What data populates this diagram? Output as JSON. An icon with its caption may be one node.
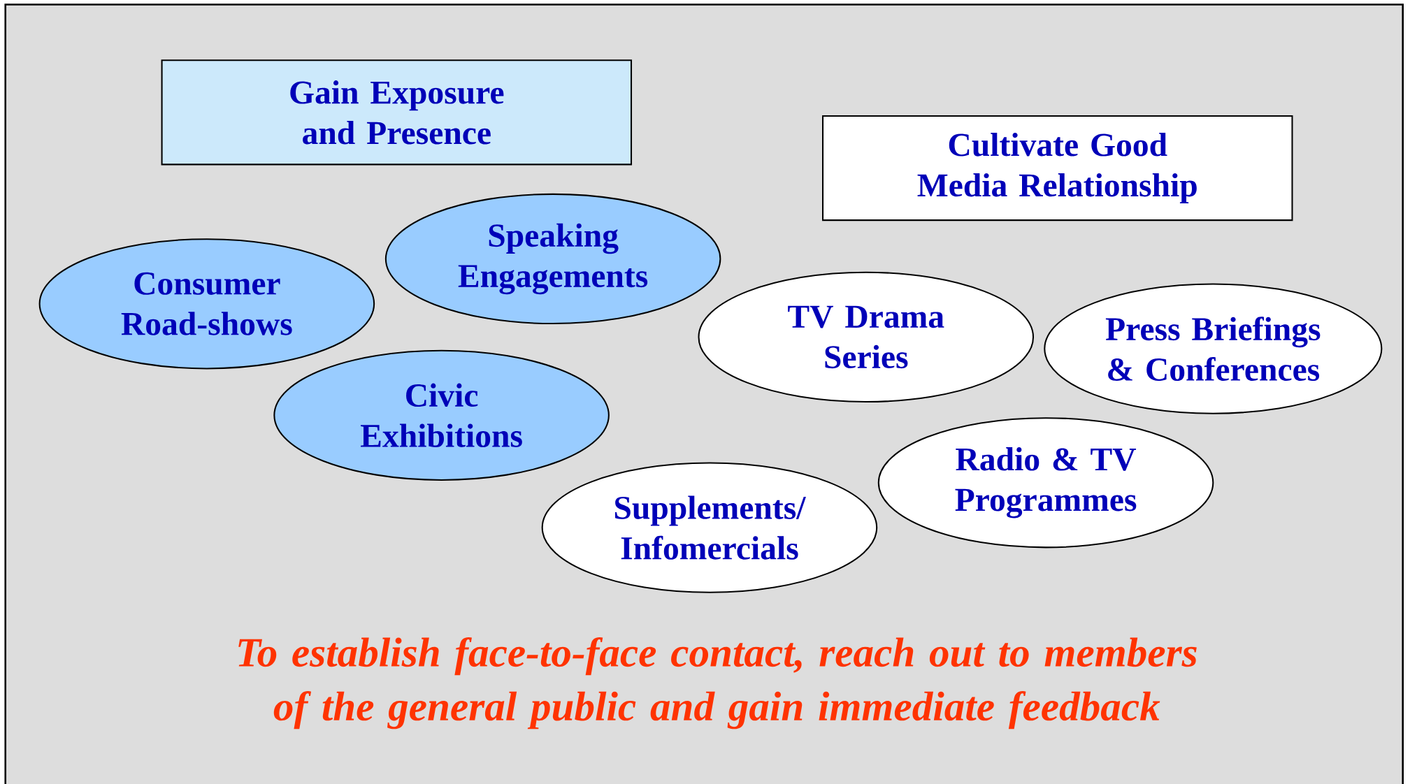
{
  "diagram": {
    "caption": "To establish face-to-face contact, reach out to members of the general public and gain immediate feedback",
    "nodes": [
      {
        "text": [
          "Gain Exposure and Presence"
        ]
      },
      {
        "text": [
          "Cultivate Good Media Relationship"
        ]
      },
      {
        "text": [
          "Speaking Engagements"
        ]
      },
      {
        "text": [
          "Consumer Road-shows"
        ]
      },
      {
        "text": [
          "TV Drama Series"
        ]
      },
      {
        "text": [
          "Press Briefings & Conferences"
        ]
      },
      {
        "text": [
          "Civic Exhibitions"
        ]
      },
      {
        "text": [
          "Radio & TV Programmes"
        ]
      },
      {
        "text": [
          "Supplements/ Infomercials"
        ]
      }
    ]
  }
}
